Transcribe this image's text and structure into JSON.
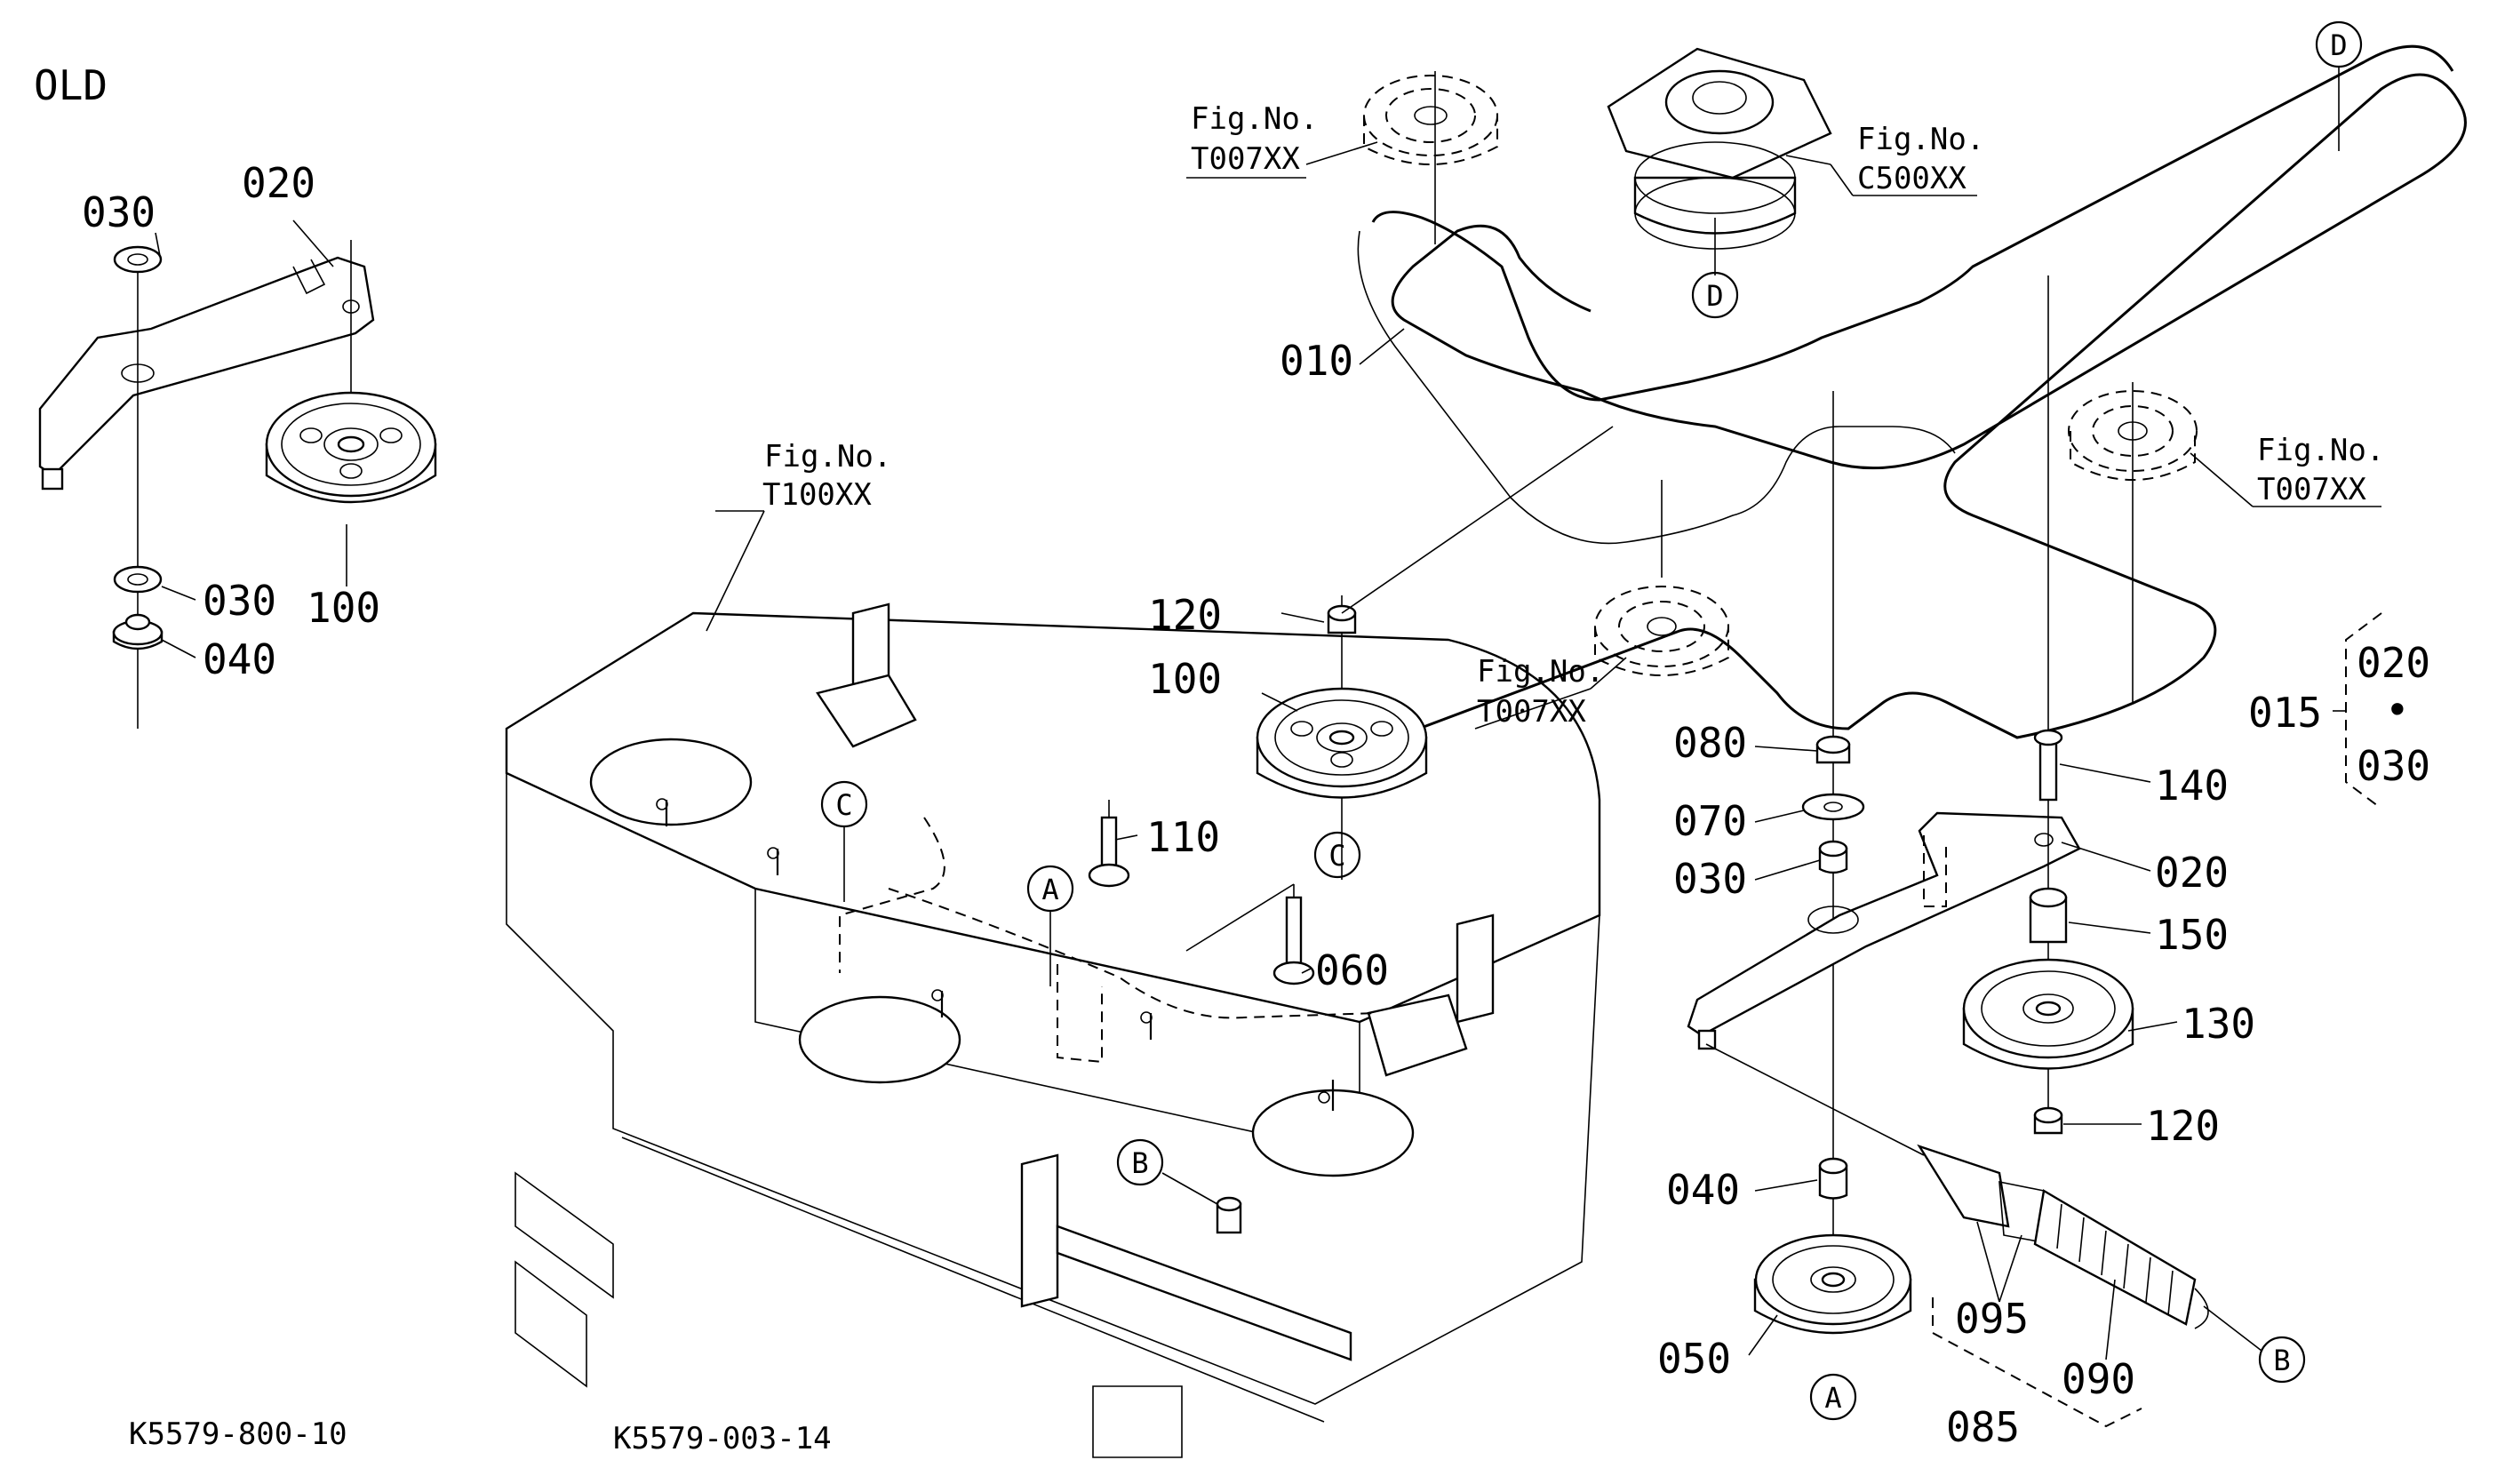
{
  "header": {
    "old_label": "OLD"
  },
  "drawing_codes": {
    "left": "K5579-800-10",
    "right": "K5579-003-14"
  },
  "fig_refs": {
    "prefix": "Fig.No.",
    "pulley_top": "T007XX",
    "clutch": "C500XX",
    "deck": "T100XX",
    "pulley_right": "T007XX",
    "pulley_mid": "T007XX"
  },
  "callouts": {
    "c_label": "C",
    "a_label": "A",
    "b_label": "B",
    "d_label": "D"
  },
  "old_parts": {
    "p030_top": "030",
    "p020": "020",
    "p030_bottom": "030",
    "p040": "040",
    "p100": "100"
  },
  "new_parts": {
    "p010": "010",
    "p120_top": "120",
    "p100": "100",
    "p110": "110",
    "p060": "060",
    "p080": "080",
    "p070": "070",
    "p030": "030",
    "p040": "040",
    "p050": "050",
    "p140": "140",
    "p020": "020",
    "p150": "150",
    "p130": "130",
    "p120_bottom": "120",
    "p095": "095",
    "p090": "090",
    "p085": "085"
  },
  "kit": {
    "kit_no": "015",
    "item_a": "020",
    "item_b": "030",
    "separator": "•"
  }
}
